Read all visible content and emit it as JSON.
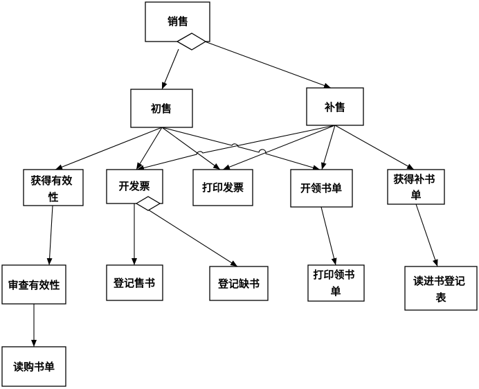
{
  "nodes": {
    "sales": {
      "label": [
        "销售"
      ]
    },
    "initial_sale": {
      "label": [
        "初售"
      ]
    },
    "supplement": {
      "label": [
        "补售"
      ]
    },
    "get_valid": {
      "label": [
        "获得有效",
        "性"
      ]
    },
    "issue_invoice": {
      "label": [
        "开发票"
      ]
    },
    "print_invoice": {
      "label": [
        "打印发票"
      ]
    },
    "issue_pick": {
      "label": [
        "开领书单"
      ]
    },
    "get_supplement": {
      "label": [
        "获得补书",
        "单"
      ]
    },
    "check_valid": {
      "label": [
        "审查有效性"
      ]
    },
    "reg_sold": {
      "label": [
        "登记售书"
      ]
    },
    "reg_missing": {
      "label": [
        "登记缺书"
      ]
    },
    "print_pick": {
      "label": [
        "打印领书",
        "单"
      ]
    },
    "read_register": {
      "label": [
        "读进书登记",
        "表"
      ]
    },
    "read_order": {
      "label": [
        "读购书单"
      ]
    }
  },
  "edges": [
    {
      "from": "sales",
      "to": "initial_sale"
    },
    {
      "from": "sales",
      "to": "supplement"
    },
    {
      "from": "initial_sale",
      "to": "get_valid"
    },
    {
      "from": "initial_sale",
      "to": "issue_invoice"
    },
    {
      "from": "initial_sale",
      "to": "print_invoice"
    },
    {
      "from": "initial_sale",
      "to": "issue_pick"
    },
    {
      "from": "supplement",
      "to": "issue_invoice"
    },
    {
      "from": "supplement",
      "to": "print_invoice"
    },
    {
      "from": "supplement",
      "to": "issue_pick"
    },
    {
      "from": "supplement",
      "to": "get_supplement"
    },
    {
      "from": "get_valid",
      "to": "check_valid"
    },
    {
      "from": "check_valid",
      "to": "read_order"
    },
    {
      "from": "issue_invoice",
      "to": "reg_sold"
    },
    {
      "from": "issue_invoice",
      "to": "reg_missing"
    },
    {
      "from": "issue_pick",
      "to": "print_pick"
    },
    {
      "from": "get_supplement",
      "to": "read_register"
    }
  ],
  "selections": [
    "sales",
    "issue_invoice"
  ]
}
